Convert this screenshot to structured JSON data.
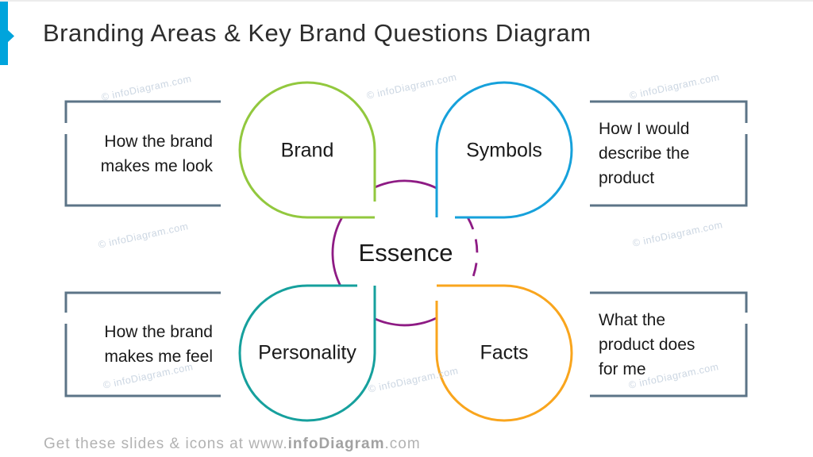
{
  "slide": {
    "title": "Branding Areas & Key Brand Questions Diagram"
  },
  "diagram": {
    "center": {
      "label": "Essence"
    },
    "petals": [
      {
        "id": "brand",
        "label": "Brand"
      },
      {
        "id": "symbols",
        "label": "Symbols"
      },
      {
        "id": "personality",
        "label": "Personality"
      },
      {
        "id": "facts",
        "label": "Facts"
      }
    ],
    "callouts": [
      {
        "position": "top-left",
        "text": "How the brand\nmakes me look"
      },
      {
        "position": "top-right",
        "text": "How I would\ndescribe the\nproduct"
      },
      {
        "position": "bottom-left",
        "text": "How the brand\nmakes me feel"
      },
      {
        "position": "bottom-right",
        "text": "What the\nproduct does\nfor me"
      }
    ]
  },
  "watermark": {
    "text": "© infoDiagram.com"
  },
  "footer": {
    "prefix": "Get these slides & icons at www.",
    "brand": "infoDiagram",
    "suffix": ".com"
  },
  "colors": {
    "brand_green": "#92C83E",
    "symbols_blue": "#16A1DB",
    "personality_teal": "#16A09D",
    "facts_orange": "#F9A51D",
    "essence_purple": "#8E1B84",
    "callout_slate": "#5C7487",
    "ribbon_blue": "#00A4DC"
  }
}
